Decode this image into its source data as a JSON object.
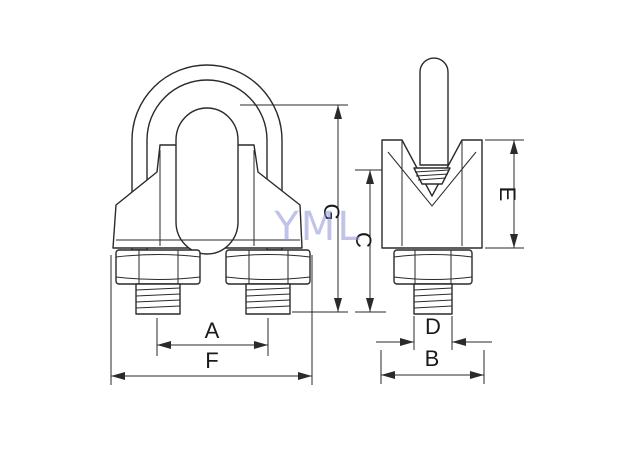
{
  "watermark": "YML",
  "colors": {
    "line": "#2a2a2a",
    "watermark": "#8f95d6",
    "background": "#ffffff"
  },
  "front_view": {
    "labels": {
      "a": "A",
      "f": "F",
      "g": "G",
      "c": "C"
    }
  },
  "side_view": {
    "labels": {
      "d": "D",
      "b": "B",
      "e": "E"
    }
  }
}
